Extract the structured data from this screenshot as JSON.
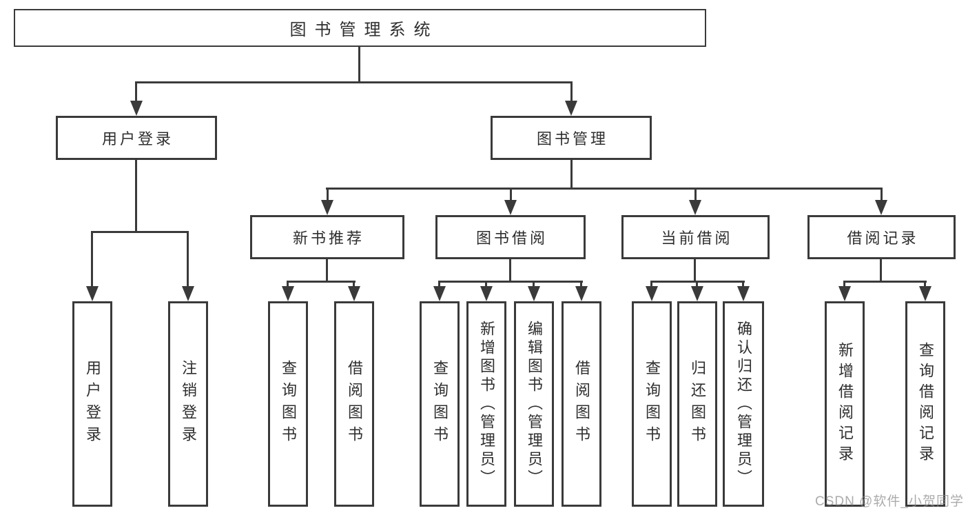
{
  "title": {
    "label": "图书管理系统"
  },
  "level2": [
    {
      "label": "用户登录"
    },
    {
      "label": "图书管理"
    }
  ],
  "level3": [
    {
      "label": "新书推荐",
      "parent": "图书管理"
    },
    {
      "label": "图书借阅",
      "parent": "图书管理"
    },
    {
      "label": "当前借阅",
      "parent": "图书管理"
    },
    {
      "label": "借阅记录",
      "parent": "图书管理"
    }
  ],
  "leaves": [
    {
      "label": "用户登录",
      "parent": "用户登录"
    },
    {
      "label": "注销登录",
      "parent": "用户登录"
    },
    {
      "label": "查询图书",
      "parent": "新书推荐"
    },
    {
      "label": "借阅图书",
      "parent": "新书推荐"
    },
    {
      "label": "查询图书",
      "parent": "图书借阅"
    },
    {
      "label": "新增图书（管理员）",
      "parent": "图书借阅"
    },
    {
      "label": "编辑图书（管理员）",
      "parent": "图书借阅"
    },
    {
      "label": "借阅图书",
      "parent": "图书借阅"
    },
    {
      "label": "查询图书",
      "parent": "当前借阅"
    },
    {
      "label": "归还图书",
      "parent": "当前借阅"
    },
    {
      "label": "确认归还（管理员）",
      "parent": "当前借阅"
    },
    {
      "label": "新增借阅记录",
      "parent": "借阅记录"
    },
    {
      "label": "查询借阅记录",
      "parent": "借阅记录"
    }
  ],
  "watermark": {
    "text": "CSDN @软件_小贺同学"
  },
  "colors": {
    "line": "#3a3a3a",
    "text": "#2e2e2e",
    "background": "#ffffff",
    "watermark": "#8f8f8f"
  }
}
